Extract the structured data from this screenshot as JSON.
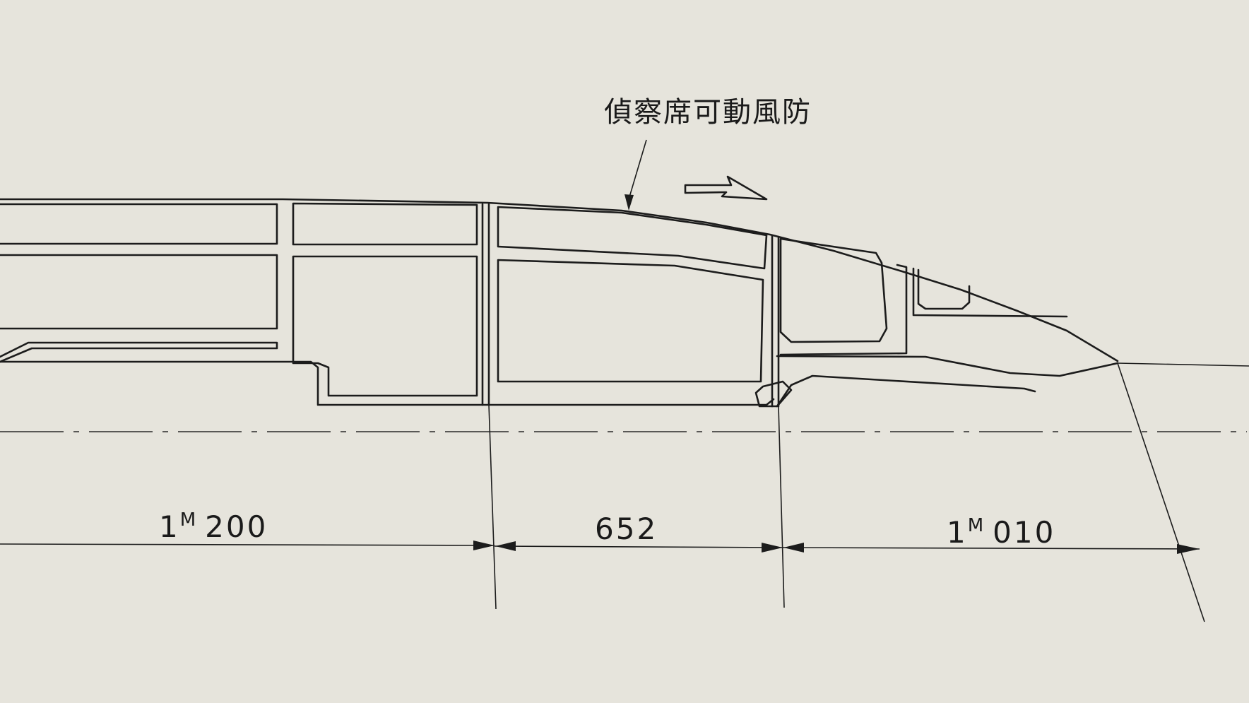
{
  "callout": {
    "text": "偵察席可動風防"
  },
  "dimensions": [
    {
      "prefix": "1",
      "superscript": "M",
      "value": "200"
    },
    {
      "prefix": "",
      "superscript": "",
      "value": "652"
    },
    {
      "prefix": "1",
      "superscript": "M",
      "value": "010"
    }
  ],
  "colors": {
    "paper": "#e6e4dc",
    "ink": "#1c1c1c"
  }
}
